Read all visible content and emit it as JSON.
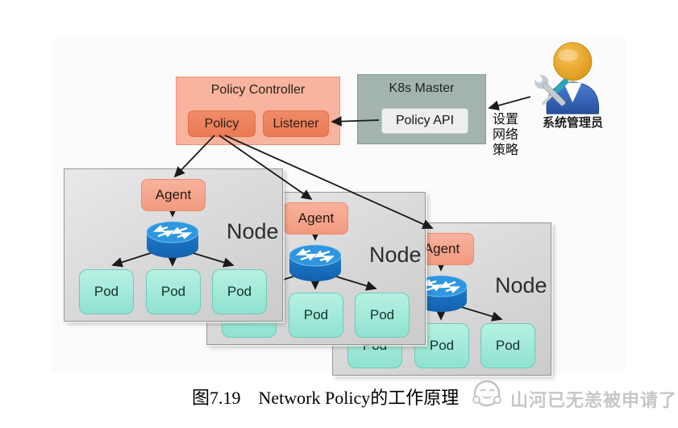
{
  "figure": {
    "policy_controller": {
      "title": "Policy Controller",
      "policy": "Policy",
      "listener": "Listener"
    },
    "k8s_master": {
      "title": "K8s Master",
      "policy_api": "Policy API"
    },
    "admin": {
      "note_lines": [
        "设置",
        "网络",
        "策略"
      ],
      "label": "系统管理员"
    },
    "nodes": [
      {
        "agent": "Agent",
        "label": "Node",
        "pods": [
          "Pod",
          "Pod",
          "Pod"
        ]
      },
      {
        "agent": "Agent",
        "label": "Node",
        "pods": [
          "Pod",
          "Pod",
          "Pod"
        ]
      },
      {
        "agent": "Agent",
        "label": "Node",
        "pods": [
          "Pod",
          "Pod",
          "Pod"
        ]
      }
    ],
    "icons": {
      "router": "router-icon",
      "admin": "admin-user-with-tools-icon",
      "watermark": "wechat-emoji-icon"
    },
    "colors": {
      "policy_outer": "#f8b49e",
      "policy_inner": "#ee8260",
      "master_bg": "#a3b3ad",
      "policy_api_bg": "#edefec",
      "node_bg": "#d8d8d8",
      "agent_bg": "#f7a58d",
      "pod_bg": "#9fe8da",
      "router_blue": "#1d7fd2",
      "arrow": "#1a1a1a",
      "watermark_gray": "#c7c7c7"
    }
  },
  "caption": {
    "text": "图7.19　Network Policy的工作原理"
  },
  "watermark": {
    "text": "山河已无恙被申请了"
  }
}
